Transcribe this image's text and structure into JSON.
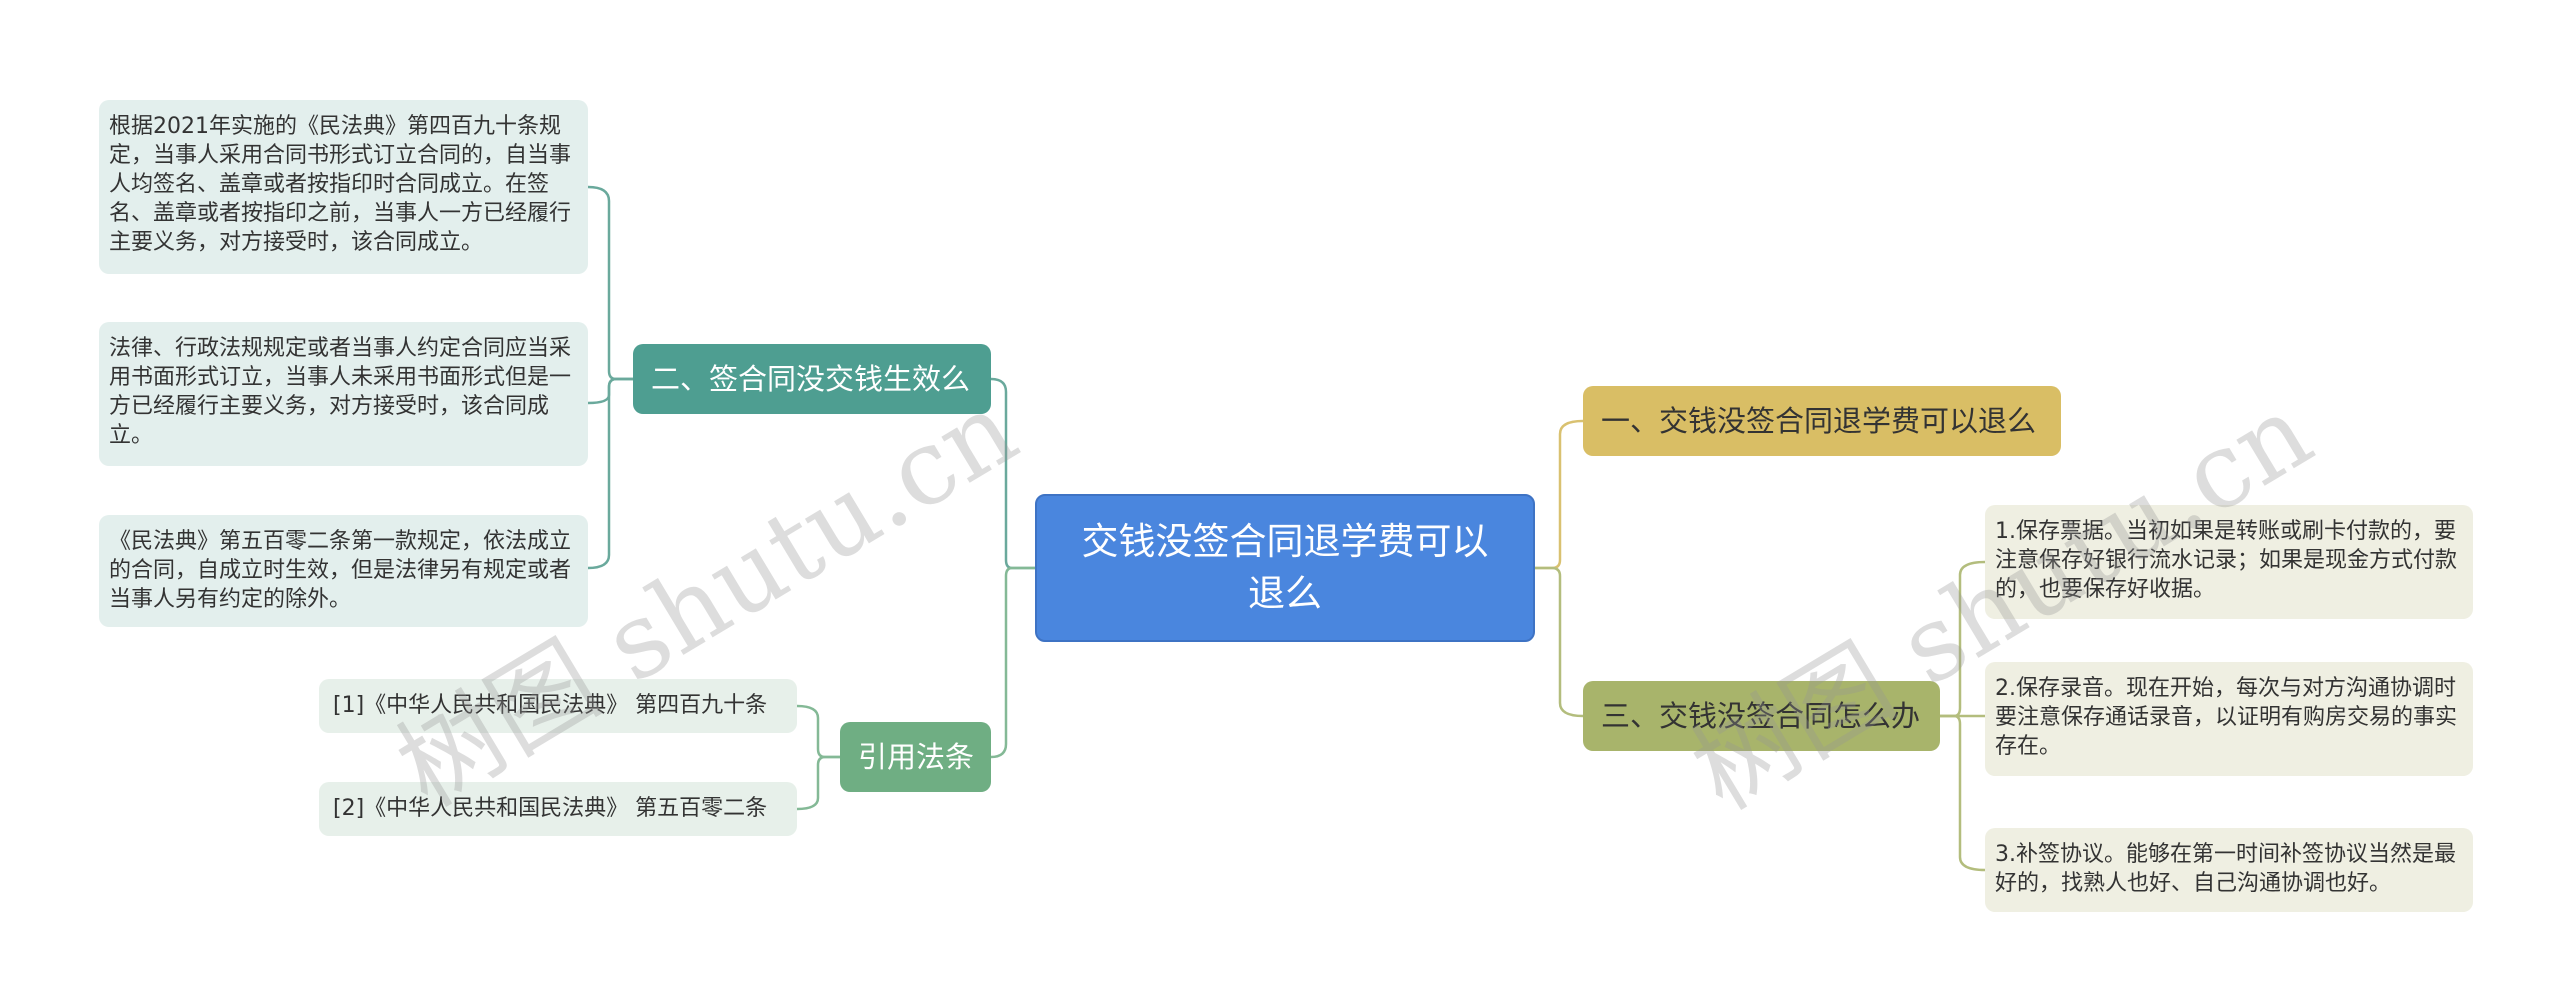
{
  "root": {
    "label": "交钱没签合同退学费可以退么"
  },
  "left": {
    "branch1": {
      "label": "二、签合同没交钱生效么",
      "leaves": [
        "根据2021年实施的《民法典》第四百九十条规定，当事人采用合同书形式订立合同的，自当事人均签名、盖章或者按指印时合同成立。在签名、盖章或者按指印之前，当事人一方已经履行主要义务，对方接受时，该合同成立。",
        "法律、行政法规规定或者当事人约定合同应当采用书面形式订立，当事人未采用书面形式但是一方已经履行主要义务，对方接受时，该合同成立。",
        "《民法典》第五百零二条第一款规定，依法成立的合同，自成立时生效，但是法律另有规定或者当事人另有约定的除外。"
      ]
    },
    "branch2": {
      "label": "引用法条",
      "leaves": [
        "[1]《中华人民共和国民法典》 第四百九十条",
        "[2]《中华人民共和国民法典》 第五百零二条"
      ]
    }
  },
  "right": {
    "branch1": {
      "label": "一、交钱没签合同退学费可以退么"
    },
    "branch2": {
      "label": "三、交钱没签合同怎么办",
      "leaves": [
        "1.保存票据。当初如果是转账或刷卡付款的，要注意保存好银行流水记录；如果是现金方式付款的，也要保存好收据。",
        "2.保存录音。现在开始，每次与对方沟通协调时要注意保存通话录音，以证明有购房交易的事实存在。",
        "3.补签协议。能够在第一时间补签协议当然是最好的，找熟人也好、自己沟通协调也好。"
      ]
    }
  },
  "watermark": "树图 shutu.cn",
  "colors": {
    "root": "#4a86de",
    "teal": "#4e9e91",
    "green": "#6fae83",
    "gold": "#d9be65",
    "olive": "#a8b46b"
  }
}
